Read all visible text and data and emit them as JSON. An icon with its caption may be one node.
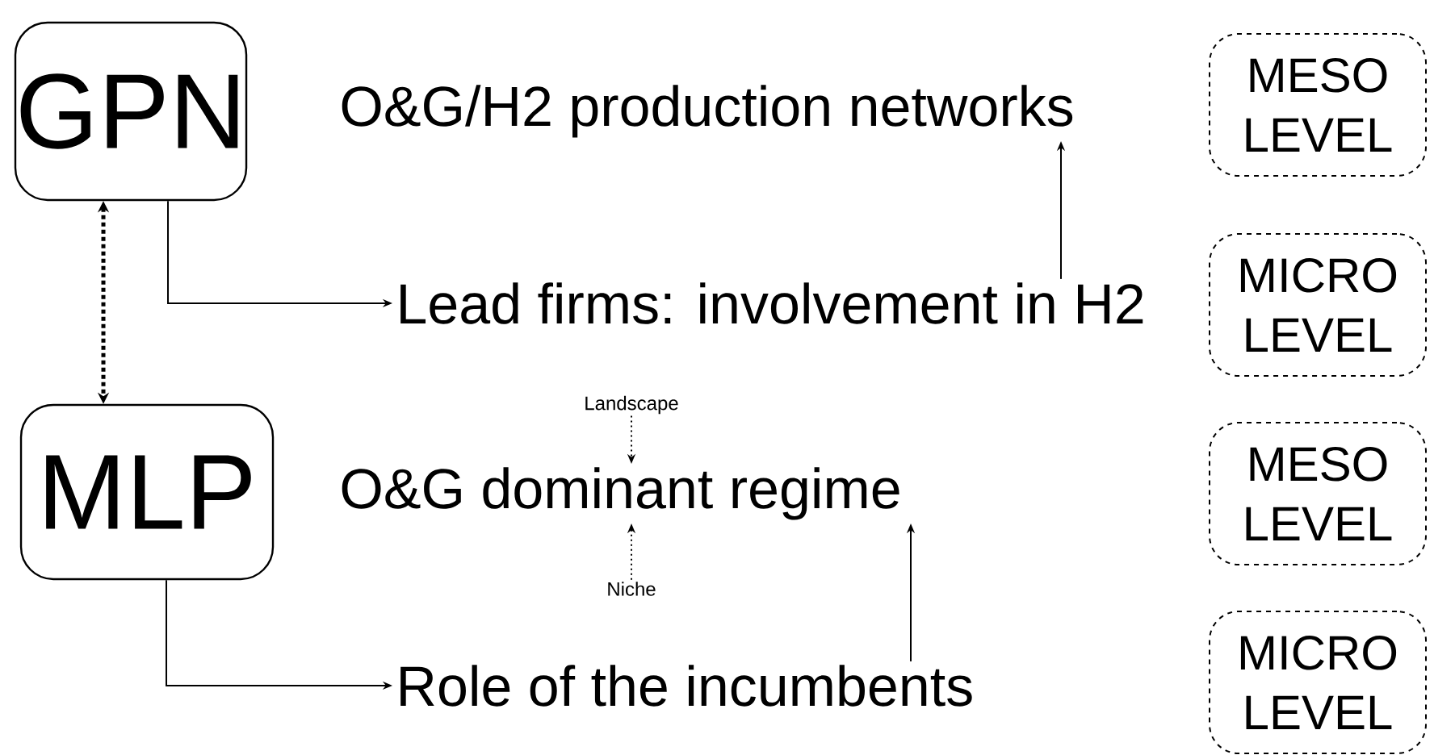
{
  "diagram": {
    "nodes": [
      {
        "text": [
          "GPN"
        ]
      },
      {
        "text": [
          "O&G/H2 production networks"
        ]
      },
      {
        "text": [
          "Lead firms: involvement in H2"
        ]
      },
      {
        "text": [
          "MLP"
        ]
      },
      {
        "text": [
          "Landscape"
        ]
      },
      {
        "text": [
          "O&G dominant regime"
        ]
      },
      {
        "text": [
          "Niche"
        ]
      },
      {
        "text": [
          "Role of the incumbents"
        ]
      },
      {
        "text": [
          "MESO LEVEL"
        ]
      },
      {
        "text": [
          "MICRO LEVEL"
        ]
      },
      {
        "text": [
          "MESO LEVEL"
        ]
      },
      {
        "text": [
          "MICRO LEVEL"
        ]
      }
    ],
    "edges": [
      {
        "from": 0,
        "to": 3,
        "arrow": "both",
        "style": "dashed"
      },
      {
        "from": 0,
        "to": 2,
        "arrow": "to"
      },
      {
        "from": 2,
        "to": 1,
        "arrow": "to"
      },
      {
        "from": 4,
        "to": 5,
        "arrow": "to",
        "style": "dashed"
      },
      {
        "from": 6,
        "to": 5,
        "arrow": "to",
        "style": "dashed"
      },
      {
        "from": 3,
        "to": 7,
        "arrow": "to"
      },
      {
        "from": 7,
        "to": 5,
        "arrow": "to"
      }
    ]
  }
}
